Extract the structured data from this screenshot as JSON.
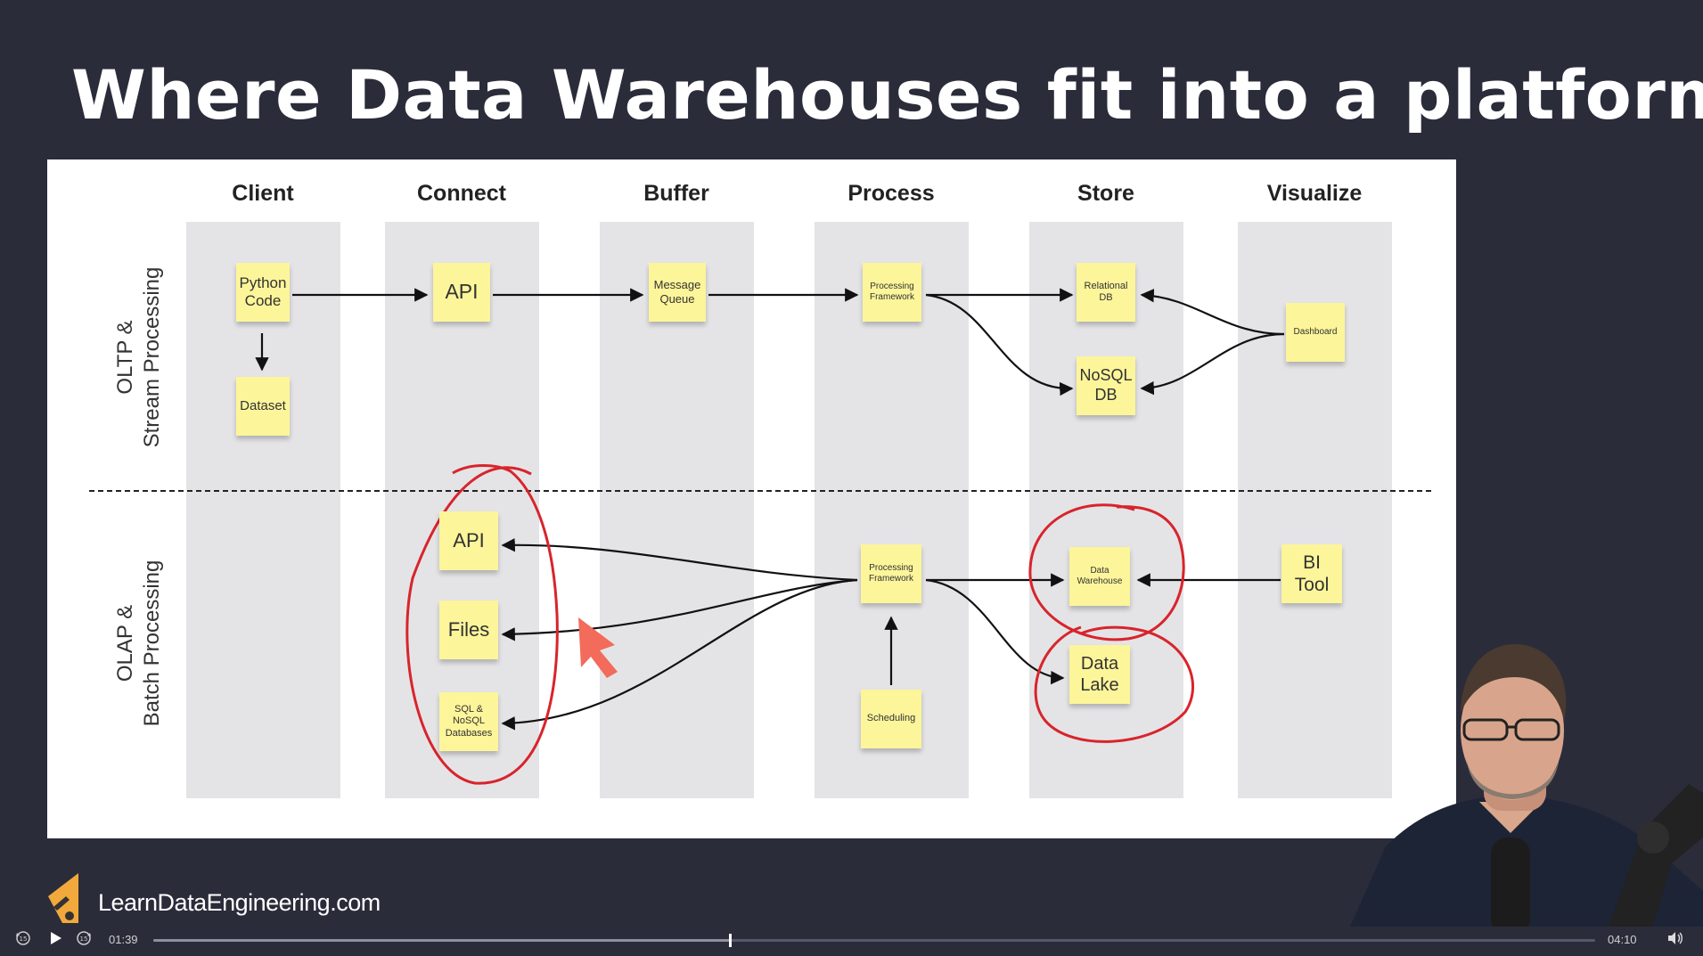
{
  "slide": {
    "title": "Where Data Warehouses fit into a platform",
    "columns": [
      "Client",
      "Connect",
      "Buffer",
      "Process",
      "Store",
      "Visualize"
    ],
    "rows": {
      "oltp": [
        "OLTP &",
        "Stream Processing"
      ],
      "olap": [
        "OLAP &",
        "Batch Processing"
      ]
    },
    "notes": {
      "python_code": "Python\nCode",
      "dataset": "Dataset",
      "api_top": "API",
      "message_queue": "Message\nQueue",
      "processing_top": "Processing\nFramework",
      "relational_db": "Relational\nDB",
      "nosql_db": "NoSQL\nDB",
      "dashboard": "Dashboard",
      "api_bottom": "API",
      "files": "Files",
      "sql_nosql": "SQL &\nNoSQL\nDatabases",
      "processing_bottom": "Processing\nFramework",
      "scheduling": "Scheduling",
      "data_warehouse": "Data\nWarehouse",
      "data_lake": "Data\nLake",
      "bi_tool": "BI\nTool"
    }
  },
  "branding": {
    "site": "LearnDataEngineering.com"
  },
  "player": {
    "current_time": "01:39",
    "duration": "04:10",
    "progress_fraction": 0.4,
    "icons": [
      "rewind-15-icon",
      "play-icon",
      "forward-15-icon",
      "volume-icon"
    ]
  },
  "colors": {
    "background": "#2b2c3a",
    "sticky_note": "#fcf59a",
    "annotation": "#d8242c",
    "cursor": "#f26b5b"
  }
}
